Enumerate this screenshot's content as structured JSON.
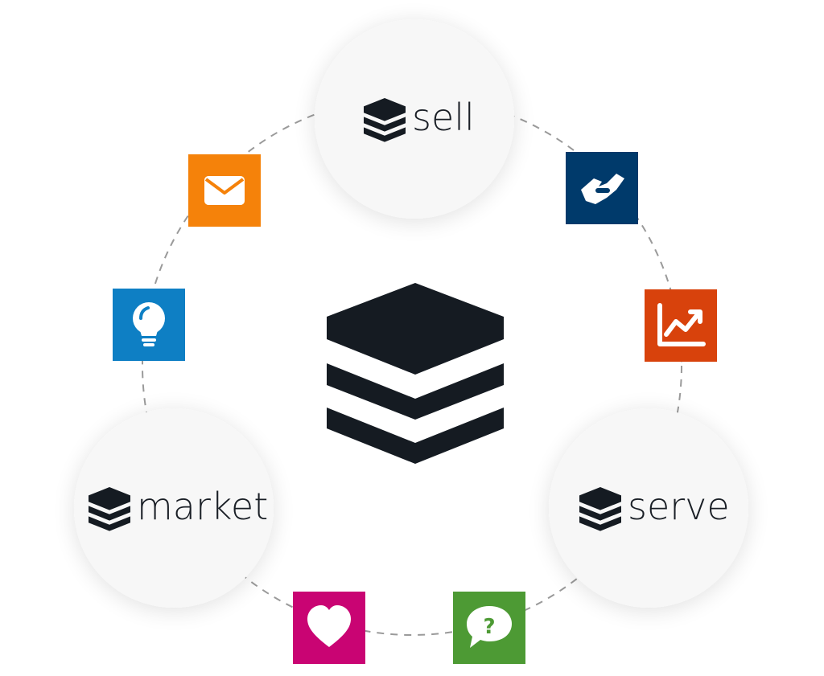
{
  "nodes": {
    "sell": {
      "label": "sell"
    },
    "market": {
      "label": "market"
    },
    "serve": {
      "label": "serve"
    }
  },
  "tiles": [
    {
      "name": "email-tile",
      "icon": "envelope-icon",
      "color": "#F5820A"
    },
    {
      "name": "handshake-tile",
      "icon": "handshake-icon",
      "color": "#003A6B"
    },
    {
      "name": "idea-tile",
      "icon": "lightbulb-icon",
      "color": "#0E7FC4"
    },
    {
      "name": "analytics-tile",
      "icon": "trend-chart-icon",
      "color": "#D8420C"
    },
    {
      "name": "favorite-tile",
      "icon": "heart-icon",
      "color": "#C90473"
    },
    {
      "name": "help-tile",
      "icon": "question-chat-icon",
      "color": "#4D9A34"
    }
  ],
  "colors": {
    "logo": "#151B22",
    "ring_dash": "#9a9a9a",
    "node_fill": "#f7f7f7"
  }
}
